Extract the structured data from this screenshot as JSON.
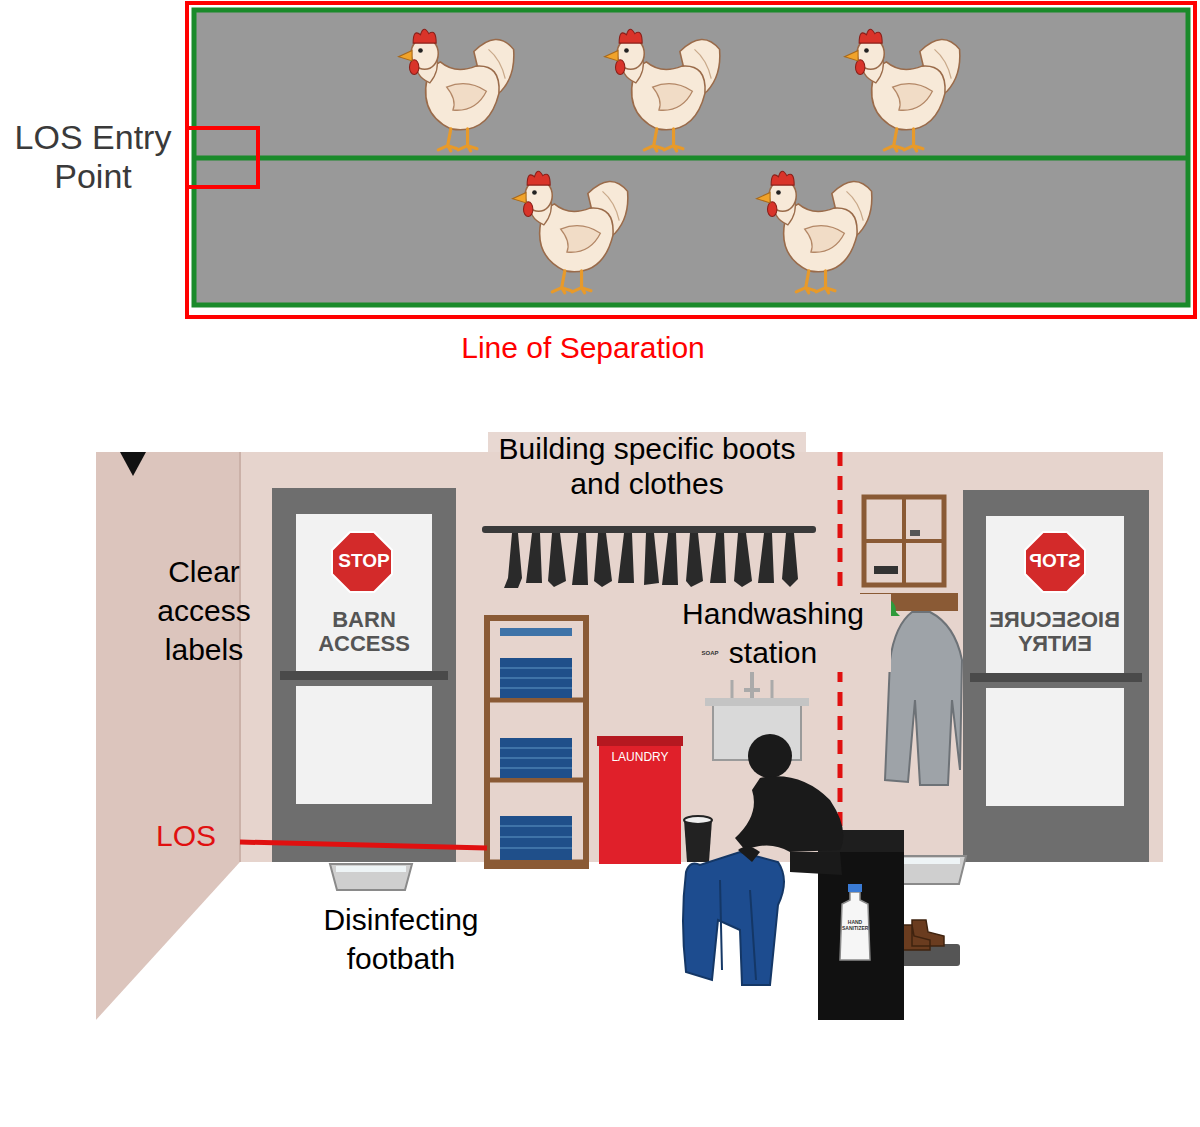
{
  "diagram": {
    "nodes": [
      {
        "text": [
          "STOP",
          "BARN ACCESS"
        ]
      },
      {
        "text": [
          "STOP",
          "BIOSECURE ENTRY"
        ]
      },
      {
        "text": [
          "LAUNDRY"
        ]
      }
    ],
    "labels": [
      "LOS Entry Point",
      "Line of Separation",
      "Building specific boots and clothes",
      "Clear access labels",
      "Handwashing station",
      "LOS",
      "Disinfecting footbath",
      "SOAP",
      "HAND SANITIZER"
    ]
  }
}
